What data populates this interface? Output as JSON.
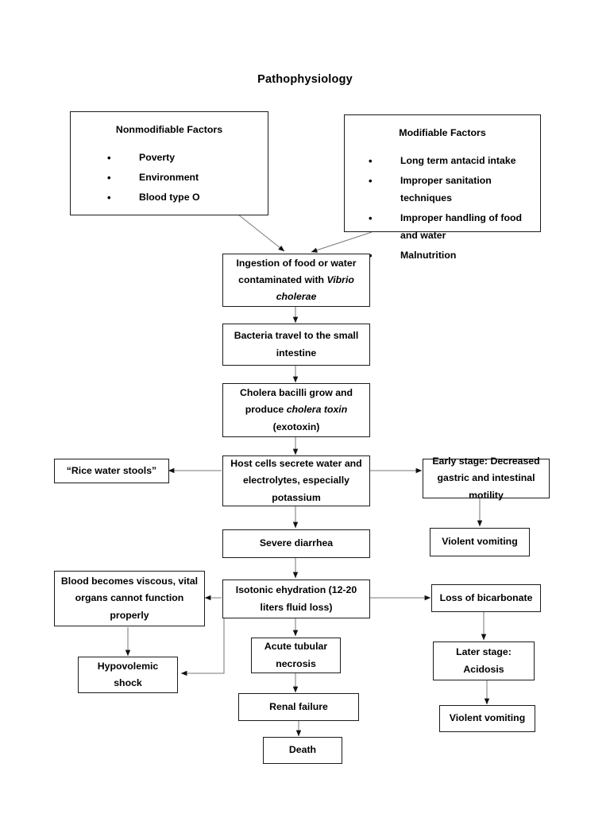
{
  "title": "Pathophysiology",
  "theme": {
    "page_background": "#ffffff",
    "box_border": "#1a1a1a",
    "text_color": "#000000",
    "connector_color": "#7a7a7a",
    "arrowhead_color": "#111111"
  },
  "factor_boxes": [
    {
      "id": "nonmodifiable-factors",
      "heading": "Nonmodifiable Factors",
      "items": [
        "Poverty",
        "Environment",
        "Blood type O"
      ]
    },
    {
      "id": "modifiable-factors",
      "heading": "Modifiable Factors",
      "items": [
        "Long term antacid intake",
        "Improper sanitation techniques",
        "Improper handling of food and water",
        "Malnutrition"
      ]
    }
  ],
  "nodes": {
    "ingestion": {
      "lines": [
        "Ingestion of food or water",
        "contaminated with ",
        "cholerae"
      ],
      "text_plain": "Ingestion of food or water contaminated with Vibrio cholerae",
      "italic_term": "Vibrio cholerae"
    },
    "bacteria_travel": {
      "text": "Bacteria travel to the small intestine"
    },
    "cholera_bacilli": {
      "text_plain": "Cholera bacilli grow and produce cholera toxin (exotoxin)",
      "italic_term": "cholera toxin"
    },
    "host_cells": {
      "text": "Host cells secrete water and electrolytes, especially potassium"
    },
    "rice_water_stools": {
      "text": "“Rice water stools”"
    },
    "early_stage": {
      "text": "Early stage: Decreased gastric and intestinal motility"
    },
    "violent_vomiting_early": {
      "text": "Violent vomiting"
    },
    "severe_diarrhea": {
      "text": "Severe diarrhea"
    },
    "blood_viscous": {
      "text": "Blood becomes viscous, vital organs cannot function properly"
    },
    "isotonic_dehydration": {
      "text": "Isotonic ehydration (12-20 liters fluid loss)"
    },
    "loss_of_bicarbonate": {
      "text": "Loss of bicarbonate"
    },
    "hypovolemic_shock": {
      "text": "Hypovolemic shock"
    },
    "acute_tubular_necrosis": {
      "text": "Acute tubular necrosis"
    },
    "later_stage": {
      "text": "Later stage: Acidosis"
    },
    "renal_failure": {
      "text": "Renal failure"
    },
    "violent_vomiting_late": {
      "text": "Violent vomiting"
    },
    "death": {
      "text": "Death"
    }
  },
  "edges": [
    {
      "from": "nonmodifiable-factors",
      "to": "ingestion"
    },
    {
      "from": "modifiable-factors",
      "to": "ingestion"
    },
    {
      "from": "ingestion",
      "to": "bacteria_travel"
    },
    {
      "from": "bacteria_travel",
      "to": "cholera_bacilli"
    },
    {
      "from": "cholera_bacilli",
      "to": "host_cells"
    },
    {
      "from": "host_cells",
      "to": "rice_water_stools"
    },
    {
      "from": "host_cells",
      "to": "early_stage"
    },
    {
      "from": "host_cells",
      "to": "severe_diarrhea"
    },
    {
      "from": "early_stage",
      "to": "violent_vomiting_early"
    },
    {
      "from": "severe_diarrhea",
      "to": "isotonic_dehydration"
    },
    {
      "from": "isotonic_dehydration",
      "to": "blood_viscous"
    },
    {
      "from": "isotonic_dehydration",
      "to": "loss_of_bicarbonate"
    },
    {
      "from": "isotonic_dehydration",
      "to": "acute_tubular_necrosis"
    },
    {
      "from": "isotonic_dehydration",
      "to": "hypovolemic_shock"
    },
    {
      "from": "blood_viscous",
      "to": "hypovolemic_shock"
    },
    {
      "from": "loss_of_bicarbonate",
      "to": "later_stage"
    },
    {
      "from": "acute_tubular_necrosis",
      "to": "renal_failure"
    },
    {
      "from": "later_stage",
      "to": "violent_vomiting_late"
    },
    {
      "from": "renal_failure",
      "to": "death"
    }
  ]
}
